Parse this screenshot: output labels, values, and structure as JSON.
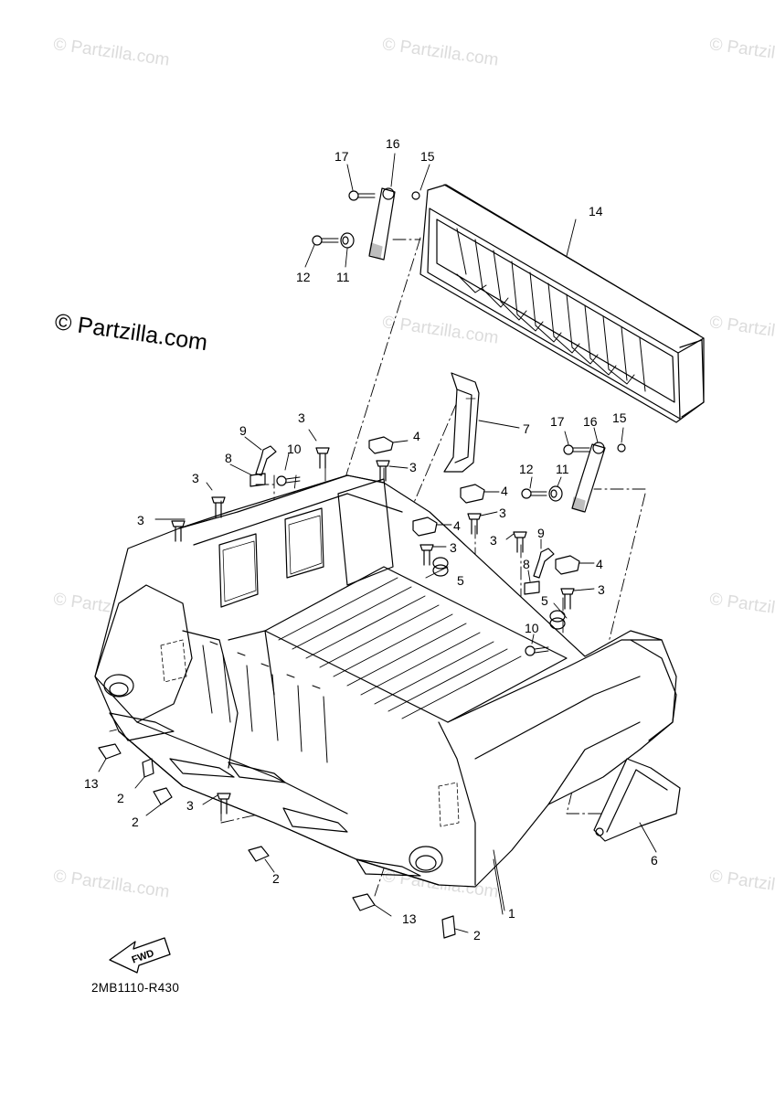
{
  "watermark": {
    "small": "© Partzilla.com",
    "large": "© Partzilla.com"
  },
  "diagram_code": "2MB1110-R430",
  "fwd_label": "FWD",
  "callouts": {
    "c17a": "17",
    "c16a": "16",
    "c15a": "15",
    "c14": "14",
    "c12a": "12",
    "c11a": "11",
    "c9a": "9",
    "c8a": "8",
    "c10a": "10",
    "c3a": "3",
    "c4a": "4",
    "c3b": "3",
    "c3c": "3",
    "c3d": "3",
    "c7": "7",
    "c17b": "17",
    "c16b": "16",
    "c15b": "15",
    "c12b": "12",
    "c11b": "11",
    "c4b": "4",
    "c3e": "3",
    "c4c": "4",
    "c3f": "3",
    "c3g": "3",
    "c5a": "5",
    "c9b": "9",
    "c8b": "8",
    "c4d": "4",
    "c3h": "3",
    "c5b": "5",
    "c10b": "10",
    "c13a": "13",
    "c2a": "2",
    "c2b": "2",
    "c3i": "3",
    "c2c": "2",
    "c6": "6",
    "c1": "1",
    "c13b": "13",
    "c2d": "2"
  }
}
